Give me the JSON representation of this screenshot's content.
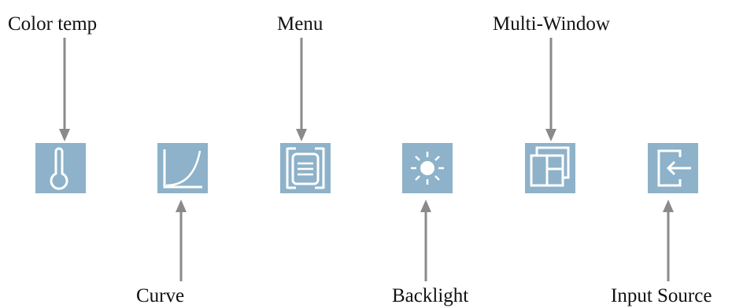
{
  "labels": {
    "color_temp": "Color temp",
    "curve": "Curve",
    "menu": "Menu",
    "backlight": "Backlight",
    "multi_window": "Multi-Window",
    "input_source": "Input Source"
  },
  "icons": [
    {
      "name": "thermometer-icon",
      "label_key": "color_temp"
    },
    {
      "name": "curve-icon",
      "label_key": "curve"
    },
    {
      "name": "menu-icon",
      "label_key": "menu"
    },
    {
      "name": "sun-icon",
      "label_key": "backlight"
    },
    {
      "name": "multi-window-icon",
      "label_key": "multi_window"
    },
    {
      "name": "input-source-icon",
      "label_key": "input_source"
    }
  ],
  "colors": {
    "icon_tile": "#8db2c9",
    "arrow": "#8a8a8a",
    "text": "#111111"
  }
}
